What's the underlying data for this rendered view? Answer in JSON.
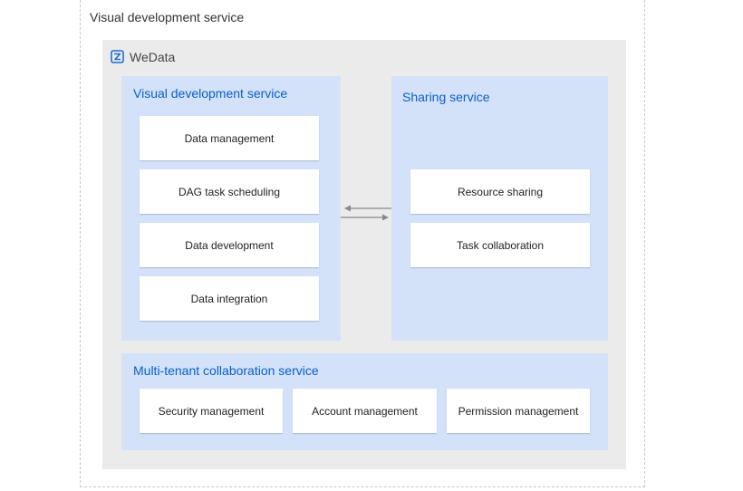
{
  "outer": {
    "title": "Visual development service"
  },
  "wedata": {
    "label": "WeData",
    "logo_icon": "wedata-logo-icon",
    "logo_color": "#1f6fd1"
  },
  "visual_panel": {
    "title": "Visual development service",
    "items": [
      "Data management",
      "DAG task scheduling",
      "Data development",
      "Data integration"
    ]
  },
  "sharing_panel": {
    "title": "Sharing service",
    "items": [
      "Resource sharing",
      "Task collaboration"
    ]
  },
  "multitenant_panel": {
    "title": "Multi-tenant collaboration service",
    "items": [
      "Security management",
      "Account management",
      "Permission management"
    ]
  },
  "connector": {
    "icon": "bidirectional-arrow-icon",
    "color": "#888888"
  },
  "colors": {
    "panel_bg": "#d3e2f8",
    "panel_title": "#0a5fcc",
    "gray_area": "#ebebeb",
    "frame_border": "#c9c9c9"
  }
}
